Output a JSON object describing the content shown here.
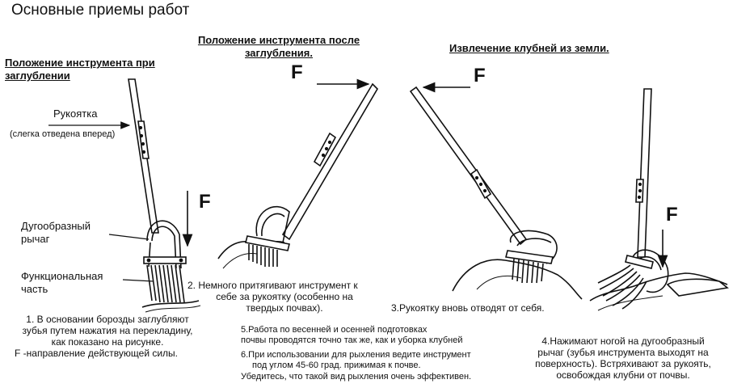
{
  "title": "Основные приемы работ",
  "headers": {
    "h1_line1": "Положение инструмента при",
    "h1_line2": "заглублении",
    "h2_line1": "Положение инструмента после",
    "h2_line2": "заглубления.",
    "h3": "Извлечение клубней из земли."
  },
  "labels": {
    "handle": "Рукоятка",
    "handle_note": "(слегка отведена вперед)",
    "lever_line1": "Дугообразный",
    "lever_line2": "рычаг",
    "func_line1": "Функциональная",
    "func_line2": "часть"
  },
  "force": {
    "symbol": "F"
  },
  "captions": {
    "c1_line1": "1. В основании борозды заглубляют",
    "c1_line2": "зубья путем нажатия на перекладину,",
    "c1_line3": "как показано на рисунке.",
    "c1_line4": "F -направление действующей силы.",
    "c2_line1": "2. Немного притягивают инструмент к",
    "c2_line2": "себе за рукоятку (особенно на",
    "c2_line3": "твердых почвах).",
    "c3": "3.Рукоятку вновь отводят от себя.",
    "c4_line1": "4.Нажимают ногой на дугообразный",
    "c4_line2": "рычаг (зубья инструмента выходят на",
    "c4_line3": "поверхность). Встряхивают за рукоять,",
    "c4_line4": "освобождая клубни от почвы.",
    "c5_line1": "5.Работа по весенней и осенней подготовках",
    "c5_line2": "почвы проводятся точно так же, как и уборка клубней",
    "c6_line1": "6.При использовании для рыхления ведите инструмент",
    "c6_line2": "под углом 45-60 град. прижимая  к почве.",
    "c6_line3": "Убедитесь, что такой вид рыхления очень эффективен."
  }
}
